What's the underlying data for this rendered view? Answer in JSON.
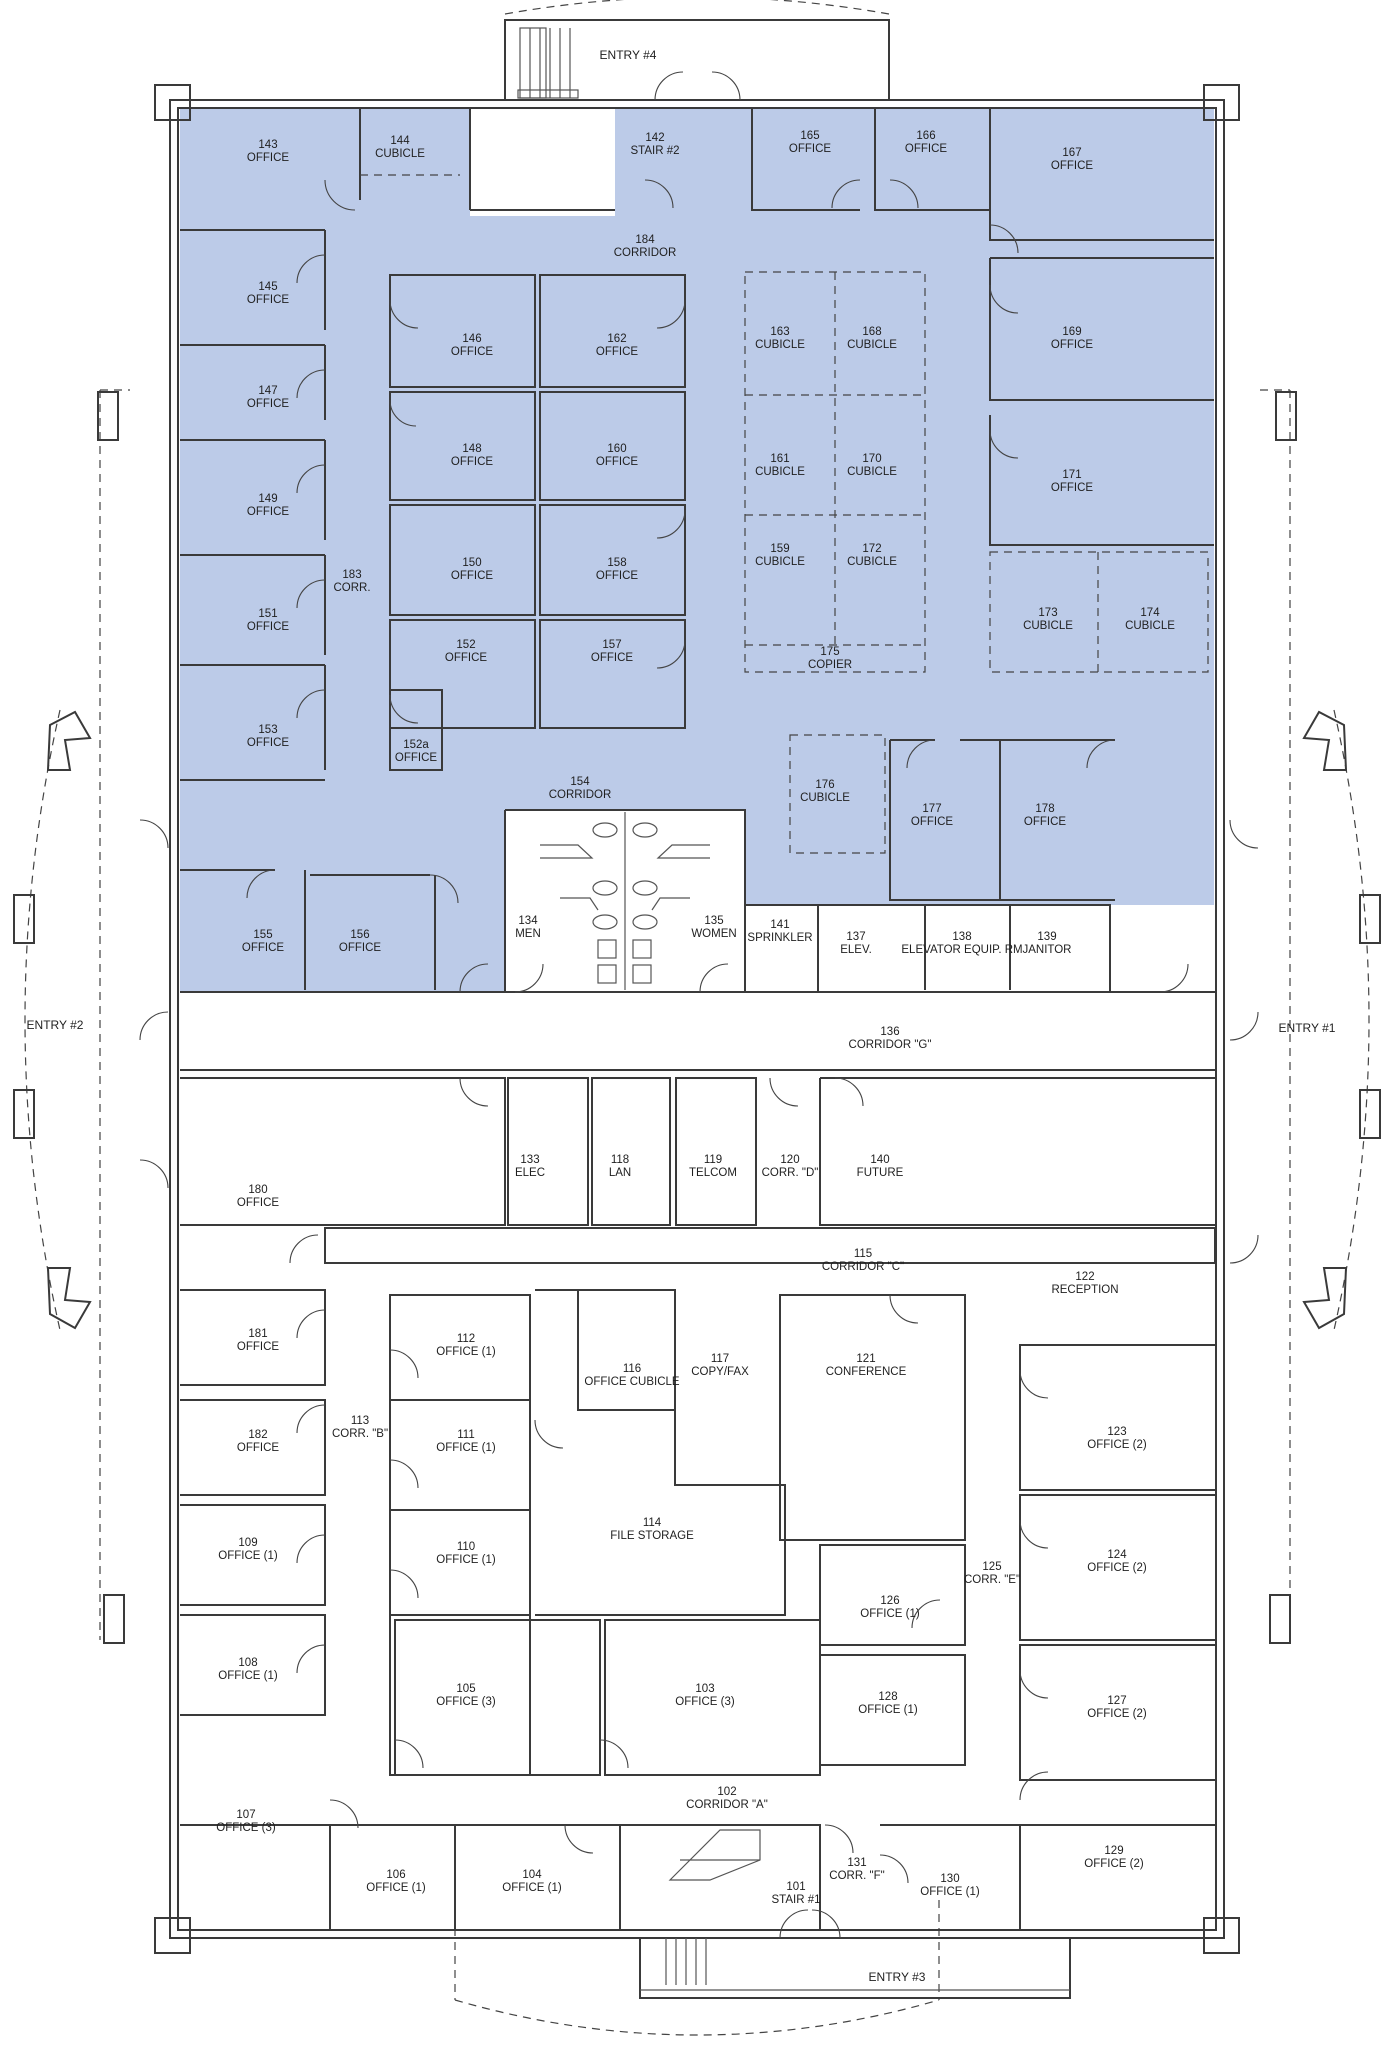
{
  "highlight_color": "#bccbe8",
  "entries": [
    {
      "id": "entry-4",
      "text": "ENTRY #4"
    },
    {
      "id": "entry-2",
      "text": "ENTRY #2"
    },
    {
      "id": "entry-1",
      "text": "ENTRY #1"
    },
    {
      "id": "entry-3",
      "text": "ENTRY #3"
    }
  ],
  "rooms": [
    {
      "number": "143",
      "name": "OFFICE",
      "highlighted": true
    },
    {
      "number": "144",
      "name": "CUBICLE",
      "highlighted": true
    },
    {
      "number": "142",
      "name": "STAIR #2",
      "highlighted": true
    },
    {
      "number": "165",
      "name": "OFFICE",
      "highlighted": true
    },
    {
      "number": "166",
      "name": "OFFICE",
      "highlighted": true
    },
    {
      "number": "167",
      "name": "OFFICE",
      "highlighted": true
    },
    {
      "number": "184",
      "name": "CORRIDOR",
      "highlighted": true
    },
    {
      "number": "145",
      "name": "OFFICE",
      "highlighted": true
    },
    {
      "number": "146",
      "name": "OFFICE",
      "highlighted": true
    },
    {
      "number": "162",
      "name": "OFFICE",
      "highlighted": true
    },
    {
      "number": "163",
      "name": "CUBICLE",
      "highlighted": true
    },
    {
      "number": "168",
      "name": "CUBICLE",
      "highlighted": true
    },
    {
      "number": "169",
      "name": "OFFICE",
      "highlighted": true
    },
    {
      "number": "147",
      "name": "OFFICE",
      "highlighted": true
    },
    {
      "number": "148",
      "name": "OFFICE",
      "highlighted": true
    },
    {
      "number": "160",
      "name": "OFFICE",
      "highlighted": true
    },
    {
      "number": "161",
      "name": "CUBICLE",
      "highlighted": true
    },
    {
      "number": "170",
      "name": "CUBICLE",
      "highlighted": true
    },
    {
      "number": "171",
      "name": "OFFICE",
      "highlighted": true
    },
    {
      "number": "149",
      "name": "OFFICE",
      "highlighted": true
    },
    {
      "number": "150",
      "name": "OFFICE",
      "highlighted": true
    },
    {
      "number": "158",
      "name": "OFFICE",
      "highlighted": true
    },
    {
      "number": "159",
      "name": "CUBICLE",
      "highlighted": true
    },
    {
      "number": "172",
      "name": "CUBICLE",
      "highlighted": true
    },
    {
      "number": "183",
      "name": "CORR.",
      "highlighted": true
    },
    {
      "number": "151",
      "name": "OFFICE",
      "highlighted": true
    },
    {
      "number": "173",
      "name": "CUBICLE",
      "highlighted": true
    },
    {
      "number": "174",
      "name": "CUBICLE",
      "highlighted": true
    },
    {
      "number": "152",
      "name": "OFFICE",
      "highlighted": true
    },
    {
      "number": "157",
      "name": "OFFICE",
      "highlighted": true
    },
    {
      "number": "175",
      "name": "COPIER",
      "highlighted": true
    },
    {
      "number": "153",
      "name": "OFFICE",
      "highlighted": true
    },
    {
      "number": "152a",
      "name": "OFFICE",
      "highlighted": true
    },
    {
      "number": "176",
      "name": "CUBICLE",
      "highlighted": true
    },
    {
      "number": "154",
      "name": "CORRIDOR",
      "highlighted": true
    },
    {
      "number": "177",
      "name": "OFFICE",
      "highlighted": true
    },
    {
      "number": "178",
      "name": "OFFICE",
      "highlighted": true
    },
    {
      "number": "155",
      "name": "OFFICE",
      "highlighted": true
    },
    {
      "number": "156",
      "name": "OFFICE",
      "highlighted": true
    },
    {
      "number": "134",
      "name": "MEN",
      "highlighted": false
    },
    {
      "number": "135",
      "name": "WOMEN",
      "highlighted": false
    },
    {
      "number": "141",
      "name": "SPRINKLER",
      "highlighted": true
    },
    {
      "number": "137",
      "name": "ELEV.",
      "highlighted": false
    },
    {
      "number": "138",
      "name": "ELEVATOR EQUIP. RM",
      "highlighted": false
    },
    {
      "number": "139",
      "name": "JANITOR",
      "highlighted": false
    },
    {
      "number": "136",
      "name": "CORRIDOR \"G\"",
      "highlighted": false
    },
    {
      "number": "133",
      "name": "ELEC",
      "highlighted": false
    },
    {
      "number": "118",
      "name": "LAN",
      "highlighted": false
    },
    {
      "number": "119",
      "name": "TELCOM",
      "highlighted": false
    },
    {
      "number": "120",
      "name": "CORR. \"D\"",
      "highlighted": false
    },
    {
      "number": "140",
      "name": "FUTURE",
      "highlighted": false
    },
    {
      "number": "180",
      "name": "OFFICE",
      "highlighted": false
    },
    {
      "number": "115",
      "name": "CORRIDOR \"C\"",
      "highlighted": false
    },
    {
      "number": "122",
      "name": "RECEPTION",
      "highlighted": false
    },
    {
      "number": "181",
      "name": "OFFICE",
      "highlighted": false
    },
    {
      "number": "112",
      "name": "OFFICE (1)",
      "highlighted": false
    },
    {
      "number": "116",
      "name": "OFFICE CUBICLE",
      "highlighted": false
    },
    {
      "number": "117",
      "name": "COPY/FAX",
      "highlighted": false
    },
    {
      "number": "121",
      "name": "CONFERENCE",
      "highlighted": false
    },
    {
      "number": "123",
      "name": "OFFICE (2)",
      "highlighted": false
    },
    {
      "number": "182",
      "name": "OFFICE",
      "highlighted": false
    },
    {
      "number": "113",
      "name": "CORR. \"B\"",
      "highlighted": false
    },
    {
      "number": "111",
      "name": "OFFICE (1)",
      "highlighted": false
    },
    {
      "number": "114",
      "name": "FILE STORAGE",
      "highlighted": false
    },
    {
      "number": "109",
      "name": "OFFICE (1)",
      "highlighted": false
    },
    {
      "number": "110",
      "name": "OFFICE (1)",
      "highlighted": false
    },
    {
      "number": "125",
      "name": "CORR. \"E\"",
      "highlighted": false
    },
    {
      "number": "124",
      "name": "OFFICE (2)",
      "highlighted": false
    },
    {
      "number": "126",
      "name": "OFFICE (1)",
      "highlighted": false
    },
    {
      "number": "108",
      "name": "OFFICE (1)",
      "highlighted": false
    },
    {
      "number": "105",
      "name": "OFFICE (3)",
      "highlighted": false
    },
    {
      "number": "103",
      "name": "OFFICE (3)",
      "highlighted": false
    },
    {
      "number": "128",
      "name": "OFFICE (1)",
      "highlighted": false
    },
    {
      "number": "127",
      "name": "OFFICE (2)",
      "highlighted": false
    },
    {
      "number": "102",
      "name": "CORRIDOR \"A\"",
      "highlighted": false
    },
    {
      "number": "107",
      "name": "OFFICE (3)",
      "highlighted": false
    },
    {
      "number": "131",
      "name": "CORR. \"F\"",
      "highlighted": false
    },
    {
      "number": "129",
      "name": "OFFICE (2)",
      "highlighted": false
    },
    {
      "number": "106",
      "name": "OFFICE (1)",
      "highlighted": false
    },
    {
      "number": "104",
      "name": "OFFICE (1)",
      "highlighted": false
    },
    {
      "number": "101",
      "name": "STAIR #1",
      "highlighted": false
    },
    {
      "number": "130",
      "name": "OFFICE (1)",
      "highlighted": false
    }
  ]
}
